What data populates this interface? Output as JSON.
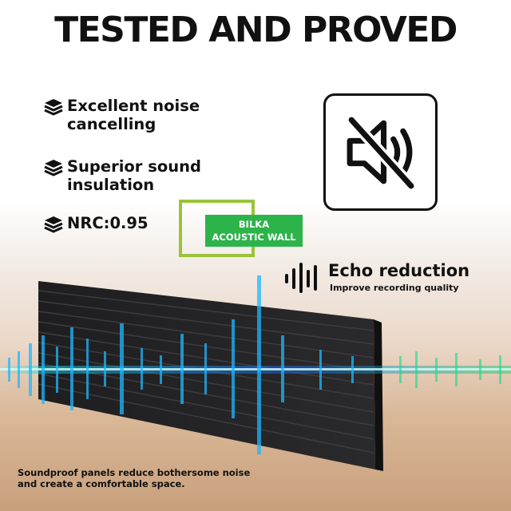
{
  "headline": "TESTED AND PROVED",
  "features": [
    {
      "text": "Excellent noise\ncancelling",
      "icon": "layers-icon"
    },
    {
      "text": "Superior sound\ninsulation",
      "icon": "layers-icon"
    },
    {
      "text": "NRC:0.95",
      "icon": "layers-icon"
    }
  ],
  "mute_icon": "speaker-mute-icon",
  "brand_tag": {
    "line1": "BILKA",
    "line2": "ACOUSTIC WALL"
  },
  "echo": {
    "icon": "sound-wave-icon",
    "title": "Echo reduction",
    "subtitle": "Improve recording quality"
  },
  "caption": "Soundproof panels reduce bothersome noise\nand create a comfortable space.",
  "colors": {
    "brand_frame": "#9ac33a",
    "brand_tag": "#2cb34a",
    "text": "#111111",
    "panel": "#1b1b1d"
  }
}
